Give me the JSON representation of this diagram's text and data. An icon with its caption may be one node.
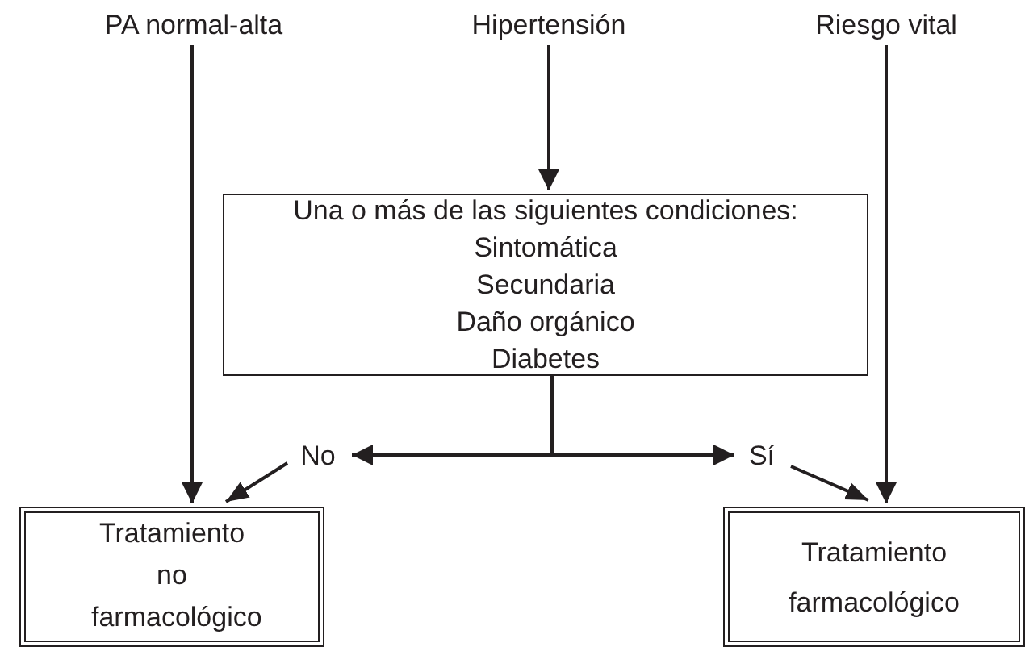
{
  "diagram": {
    "nodes": [
      {
        "text": [
          "PA normal-alta"
        ]
      },
      {
        "text": [
          "Hipertensión"
        ]
      },
      {
        "text": [
          "Riesgo vital"
        ]
      },
      {
        "text": [
          "Una o más de las siguientes condiciones:",
          "Sintomática",
          "Secundaria",
          "Daño orgánico",
          "Diabetes"
        ]
      },
      {
        "text": [
          "No"
        ]
      },
      {
        "text": [
          "Sí"
        ]
      },
      {
        "text": [
          "Tratamiento no farmacológico"
        ]
      },
      {
        "text": [
          "Tratamiento farmacológico"
        ]
      }
    ],
    "edges": [
      {
        "from": 0,
        "to": 6,
        "arrow": "to"
      },
      {
        "from": 1,
        "to": 3,
        "arrow": "to"
      },
      {
        "from": 2,
        "to": 7,
        "arrow": "to"
      },
      {
        "from": 3,
        "to": 4,
        "arrow": "to"
      },
      {
        "from": 3,
        "to": 5,
        "arrow": "to"
      },
      {
        "from": 4,
        "to": 6,
        "arrow": "to"
      },
      {
        "from": 5,
        "to": 7,
        "arrow": "to"
      }
    ]
  }
}
